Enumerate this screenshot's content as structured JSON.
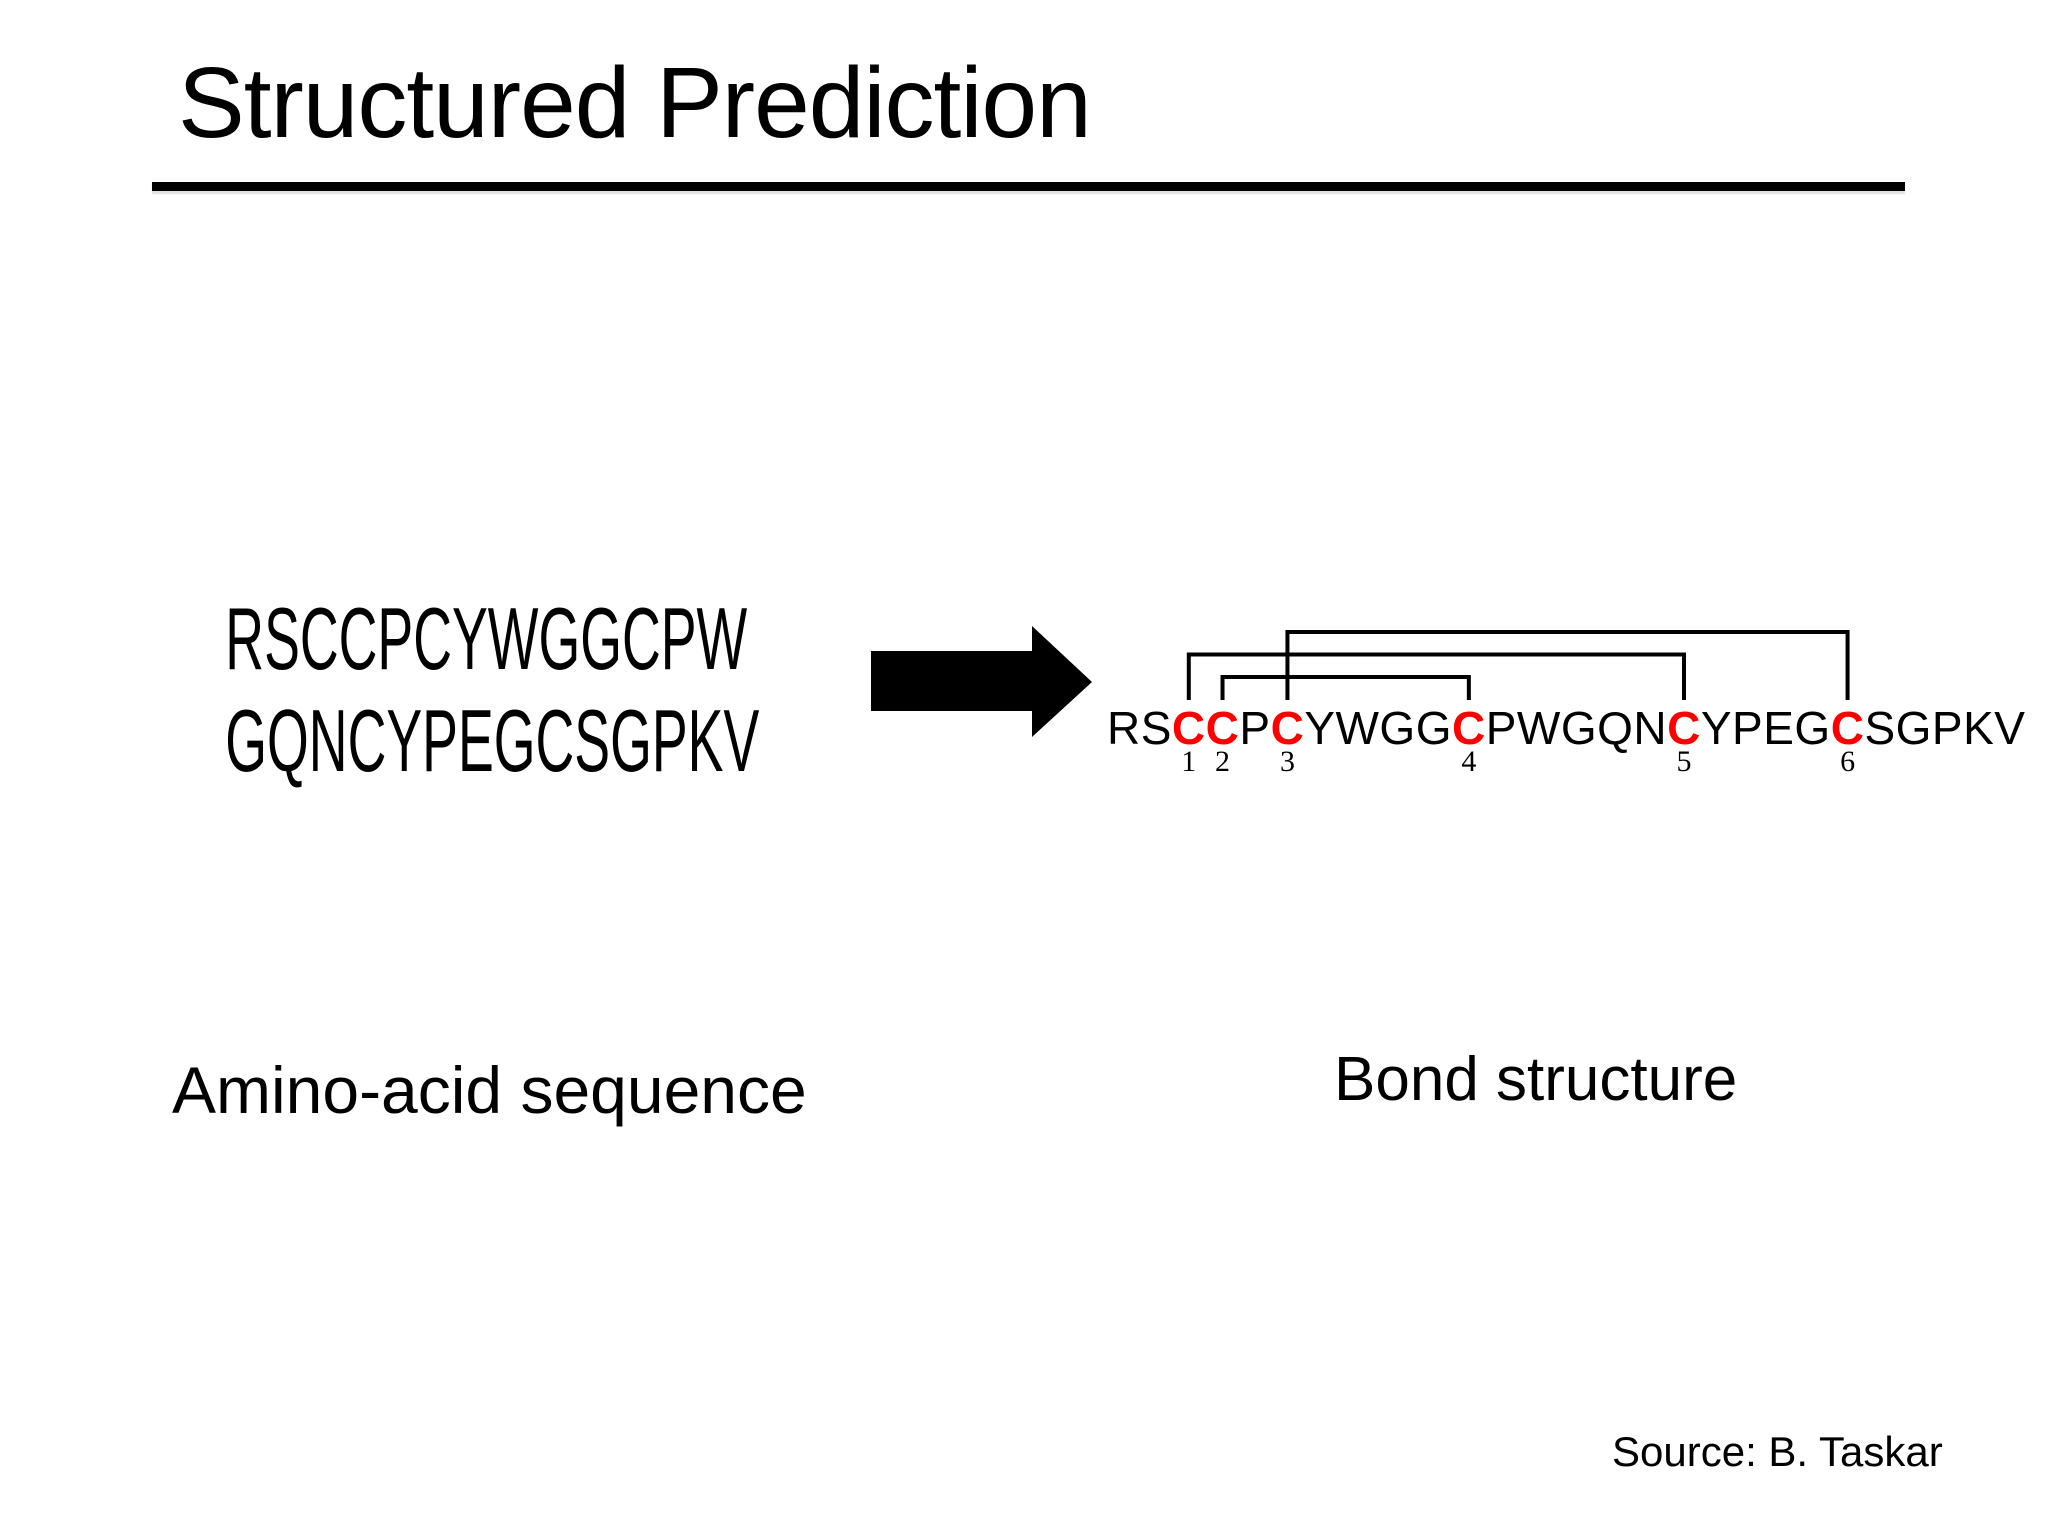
{
  "title": "Structured Prediction",
  "left_sequence": {
    "lines": [
      "RSCCPCYWGGCPW",
      "GQNCYPEGCSGPKV"
    ]
  },
  "arrow": {
    "icon": "right-arrow-icon",
    "color": "#000000"
  },
  "bond_structure": {
    "sequence": "RSCCPCYWGGCPWGQNCYPEGCSGPKV",
    "cysteine_indices": [
      2,
      3,
      5,
      10,
      16,
      21
    ],
    "cysteine_labels": [
      "1",
      "2",
      "3",
      "4",
      "5",
      "6"
    ],
    "bonds": [
      {
        "from": "3",
        "to": "6",
        "level": 3
      },
      {
        "from": "1",
        "to": "5",
        "level": 2
      },
      {
        "from": "2",
        "to": "4",
        "level": 1
      }
    ],
    "highlight_color": "#ff0000",
    "line_color": "#000000"
  },
  "labels": {
    "amino": "Amino-acid sequence",
    "bond": "Bond structure"
  },
  "source": "Source: B. Taskar"
}
